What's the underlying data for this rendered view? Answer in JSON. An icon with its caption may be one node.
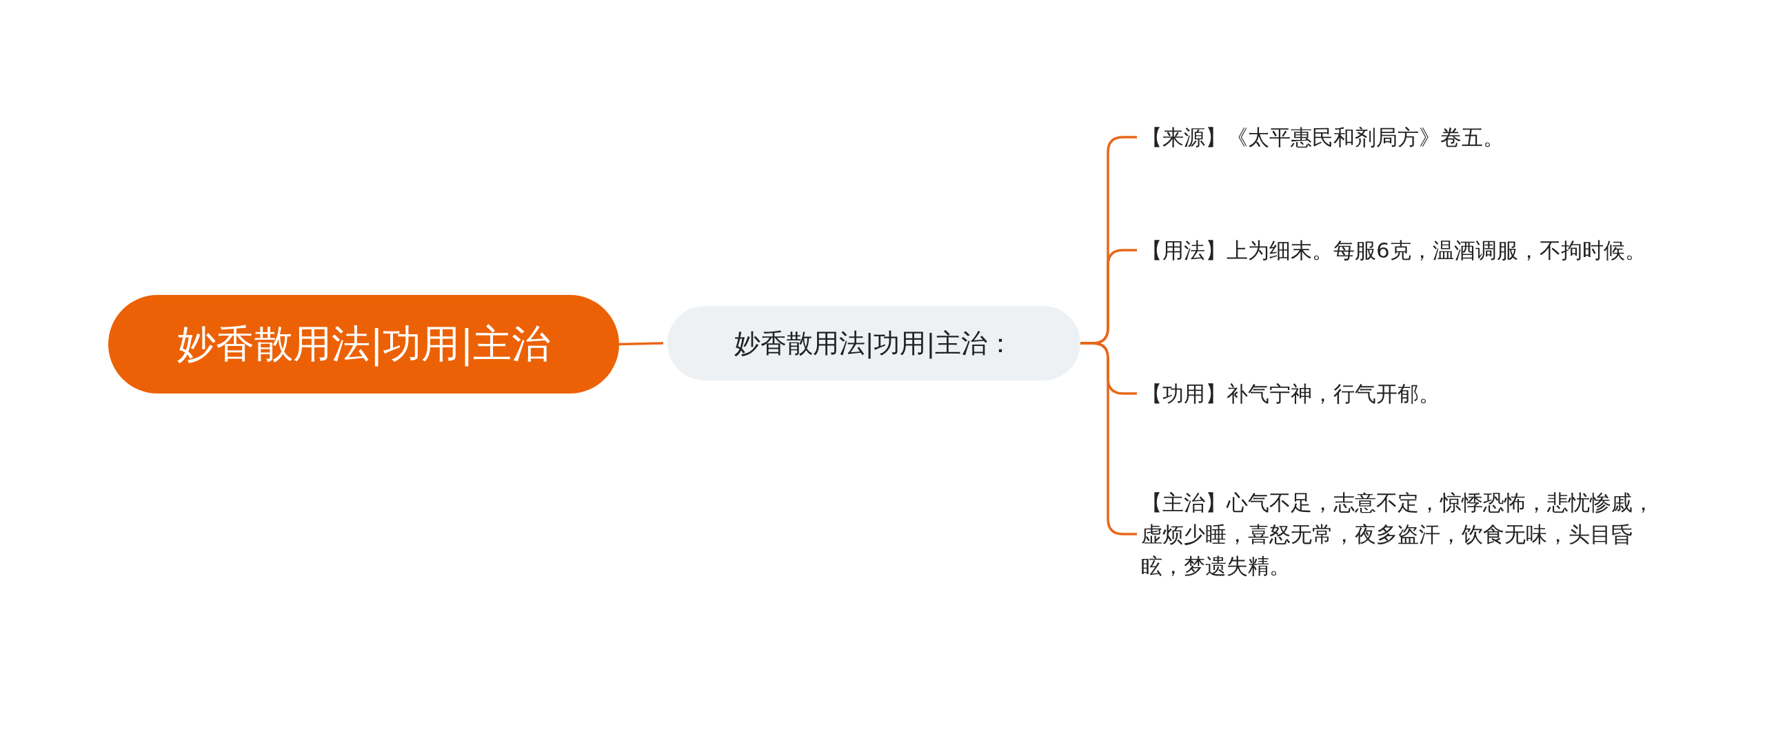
{
  "diagram": {
    "nodes": [
      {
        "text": [
          "妙香散用法|功用|主治"
        ]
      },
      {
        "text": [
          "妙香散用法|功用|主治："
        ]
      },
      {
        "text": [
          "【来源】《太平惠民和剂局方》卷五。"
        ]
      },
      {
        "text": [
          "【用法】上为细末。每服6克，温酒调服，不拘时候。"
        ]
      },
      {
        "text": [
          "【功用】补气宁神，行气开郁。"
        ]
      },
      {
        "text": [
          "【主治】心气不足，志意不定，惊悸恐怖，悲忧惨戚，虚烦少睡，喜怒无常，夜多盗汗，饮食无味，头目昏眩，梦遗失精。"
        ]
      }
    ],
    "edges": [
      {
        "from": 0,
        "to": 1,
        "arrow": "none"
      },
      {
        "from": 1,
        "to": 2,
        "arrow": "none"
      },
      {
        "from": 1,
        "to": 3,
        "arrow": "none"
      },
      {
        "from": 1,
        "to": 4,
        "arrow": "none"
      },
      {
        "from": 1,
        "to": 5,
        "arrow": "none"
      }
    ]
  }
}
